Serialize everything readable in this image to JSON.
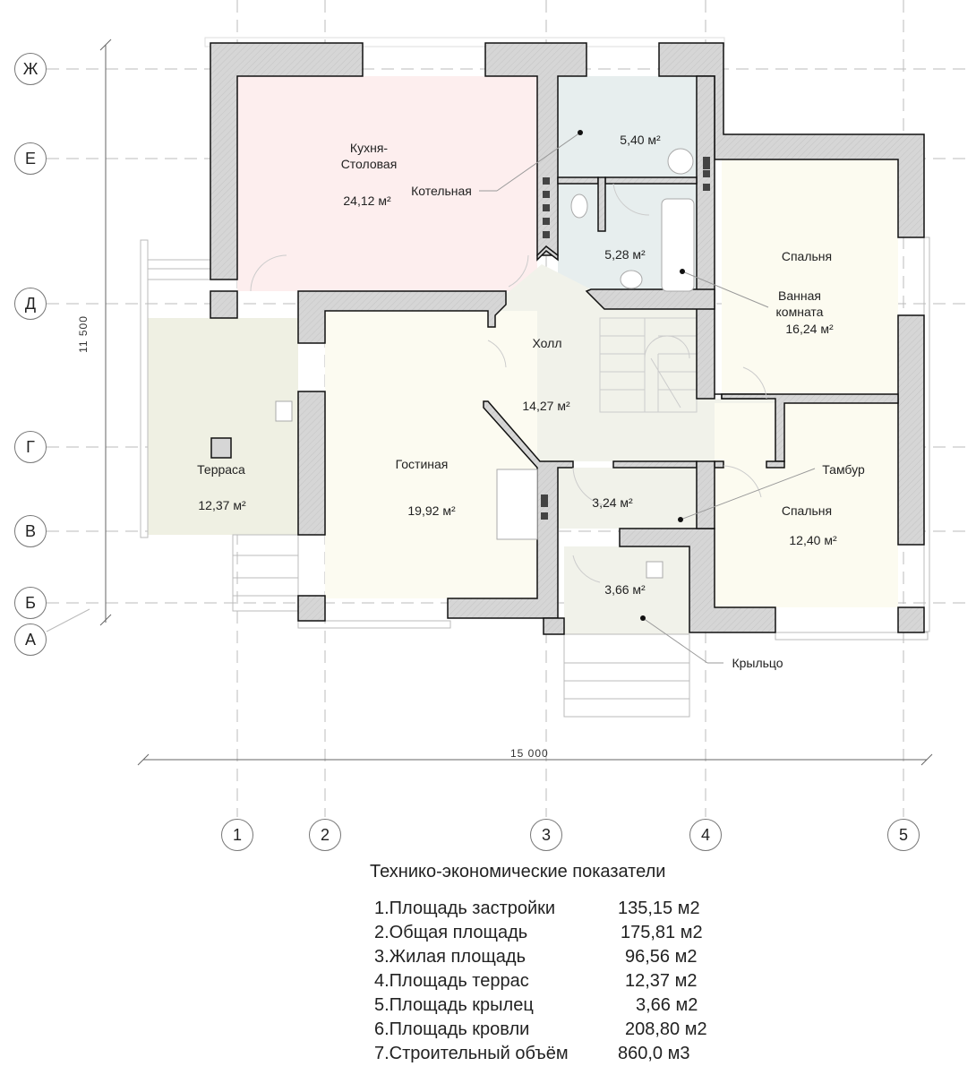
{
  "axes": {
    "rows": [
      "Ж",
      "Е",
      "Д",
      "Г",
      "В",
      "Б",
      "А"
    ],
    "columns": [
      "1",
      "2",
      "3",
      "4",
      "5"
    ]
  },
  "dimensions": {
    "height": "11 500",
    "width": "15 000"
  },
  "rooms": [
    {
      "name": "Кухня-\nСтоловая",
      "area": "24,12 м²"
    },
    {
      "name": "Котельная",
      "area": "5,40 м²"
    },
    {
      "name": "Ванная комната",
      "area": "5,28 м²"
    },
    {
      "name": "Спальня",
      "area": "16,24 м²"
    },
    {
      "name": "Холл",
      "area": "14,27 м²"
    },
    {
      "name": "Терраса",
      "area": "12,37 м²"
    },
    {
      "name": "Гостиная",
      "area": "19,92 м²"
    },
    {
      "name": "Тамбур",
      "area": "3,24 м²"
    },
    {
      "name": "Спальня",
      "area": "12,40 м²"
    },
    {
      "name": "Крыльцо",
      "area": "3,66 м²"
    }
  ],
  "labels": {
    "kitchen_1": "Кухня-",
    "kitchen_2": "Столовая",
    "bath_1": "Ванная",
    "bath_2": "комната"
  },
  "indicators": {
    "title": "Технико-экономические показатели",
    "rows": [
      {
        "name": "1.Площадь застройки",
        "value": "135,15 м2"
      },
      {
        "name": "2.Общая площадь",
        "value": "175,81 м2"
      },
      {
        "name": "3.Жилая площадь",
        "value": "96,56 м2"
      },
      {
        "name": "4.Площадь террас",
        "value": "12,37 м2"
      },
      {
        "name": "5.Площадь крылец",
        "value": "3,66 м2"
      },
      {
        "name": "6.Площадь кровли",
        "value": "208,80 м2"
      },
      {
        "name": "7.Строительный объём",
        "value": "860,0 м3"
      }
    ]
  },
  "colors": {
    "wall": "#d6d6d6",
    "kitchen": "#fdeeee",
    "wet": "#e7eeee",
    "hall": "#f1f2ea",
    "living": "#fcfbf1",
    "terrace": "#eff0e3"
  }
}
